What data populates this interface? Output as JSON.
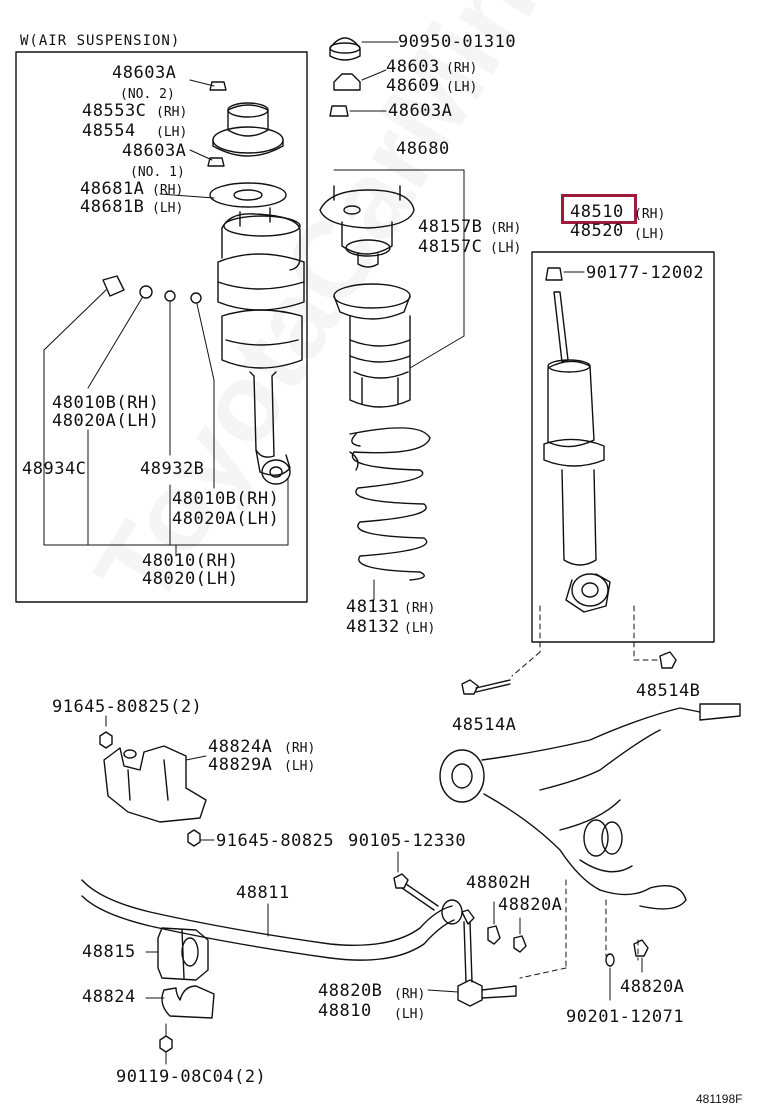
{
  "header": "W(AIR SUSPENSION)",
  "figure_number": "481198F",
  "watermark": "ToyotaCarMiner.ru",
  "highlight_color": "#9e1b3c",
  "labels": {
    "p48603A_top": "48603A",
    "no2": "(NO. 2)",
    "p48553C": "48553C",
    "p48554": "48554",
    "rh": "(RH)",
    "lh": "(LH)",
    "p48603A_mid": "48603A",
    "no1": "(NO. 1)",
    "p48681A": "48681A",
    "p48681B": "48681B",
    "p48010B_left": "48010B(RH)",
    "p48020A_left": "48020A(LH)",
    "p48934C": "48934C",
    "p48932B": "48932B",
    "p48010B_right": "48010B(RH)",
    "p48020A_right": "48020A(LH)",
    "p48010": "48010(RH)",
    "p48020": "48020(LH)",
    "p90950": "90950-01310",
    "p48603": "48603",
    "p48609": "48609",
    "p48603A_right": "48603A",
    "p48680": "48680",
    "p48157B": "48157B",
    "p48157C": "48157C",
    "p48131": "48131",
    "p48132": "48132",
    "p48510": "48510",
    "p48520": "48520",
    "p90177": "90177-12002",
    "p48514B": "48514B",
    "p48514A": "48514A",
    "p91645_2": "91645-80825(2)",
    "p48824A": "48824A",
    "p48829A": "48829A",
    "p91645": "91645-80825",
    "p90105": "90105-12330",
    "p48811": "48811",
    "p48802H": "48802H",
    "p48820A_a": "48820A",
    "p48815": "48815",
    "p48824": "48824",
    "p48820B": "48820B",
    "p48810": "48810",
    "p48820A_b": "48820A",
    "p90201": "90201-12071",
    "p90119": "90119-08C04(2)"
  }
}
